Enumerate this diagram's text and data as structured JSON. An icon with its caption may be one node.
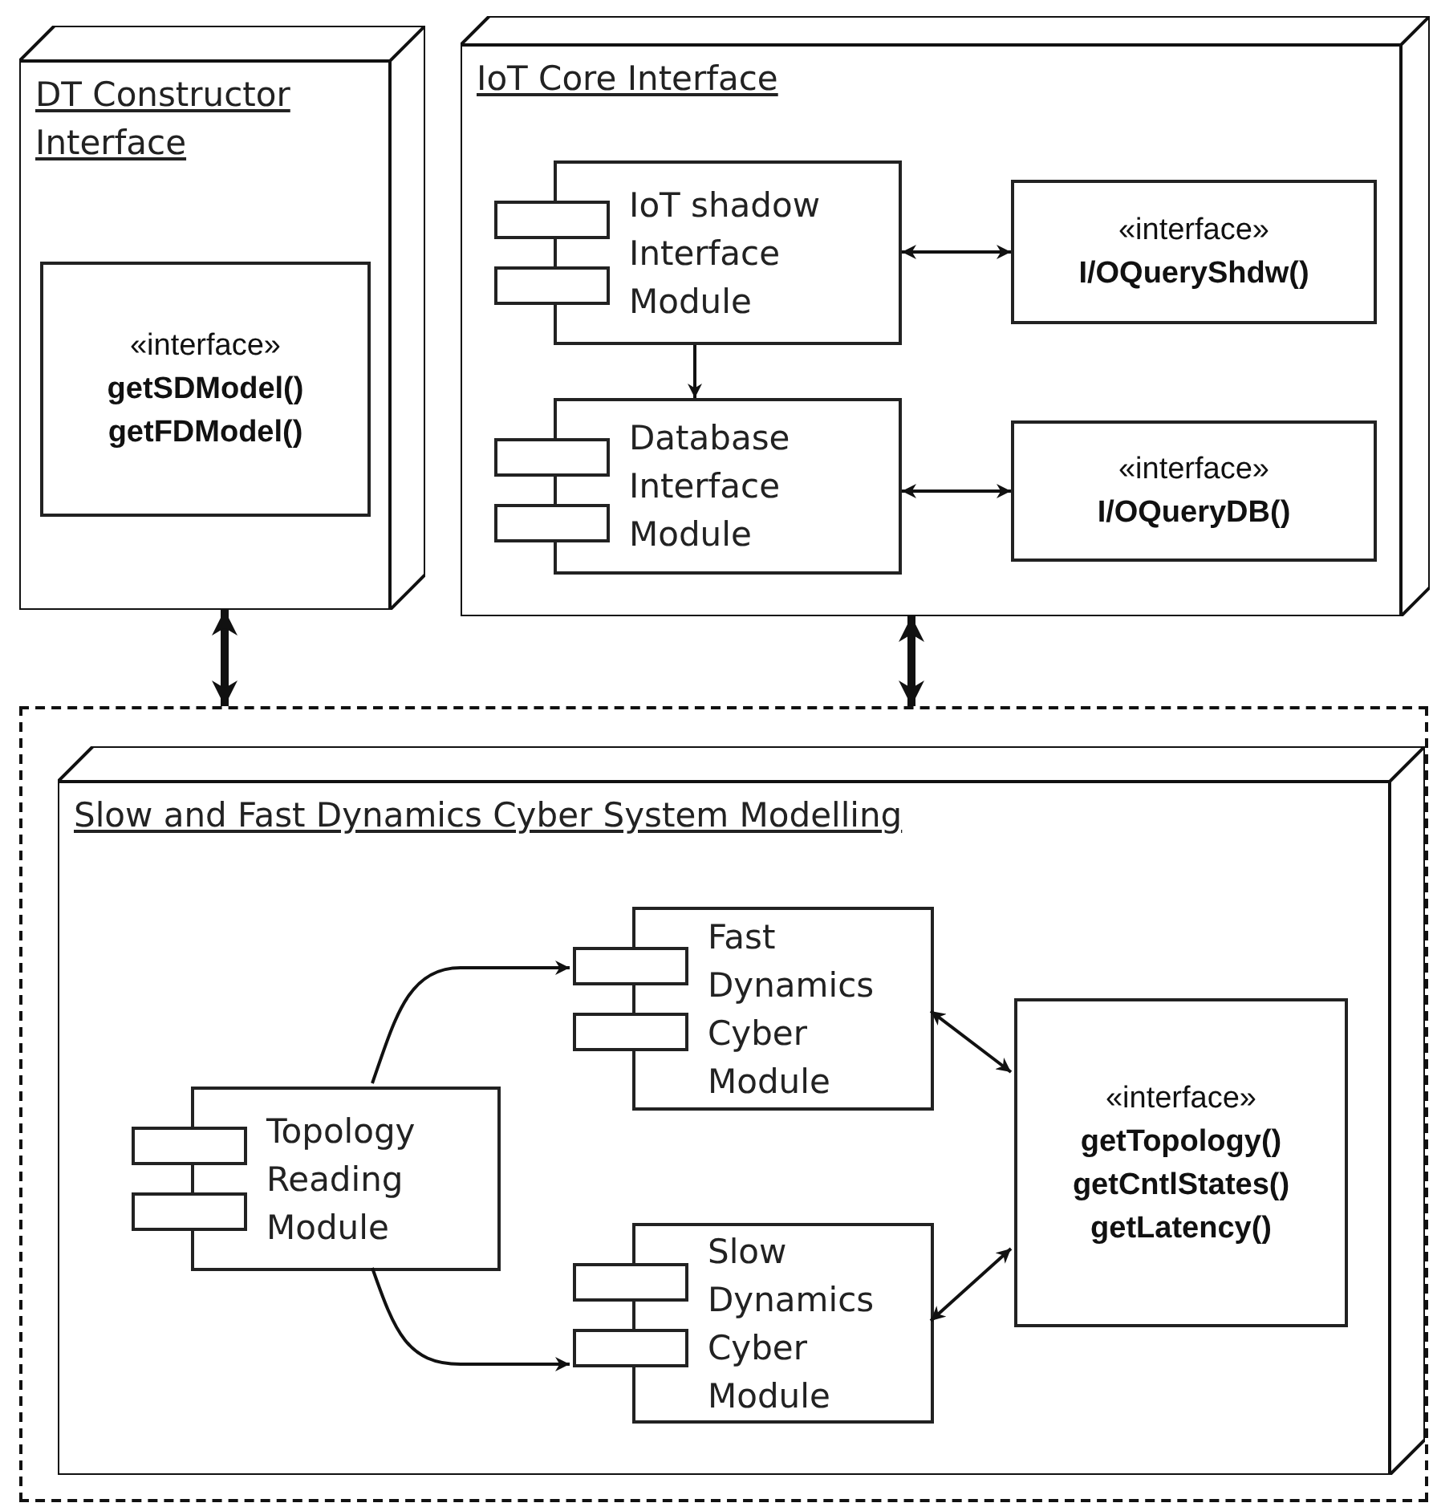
{
  "diagram": {
    "nodes": [
      {
        "text": [
          "DT Constructor Interface"
        ]
      },
      {
        "text": [
          "«interface»",
          "getSDModel()",
          "getFDModel()"
        ],
        "in": 0
      },
      {
        "text": [
          "IoT Core Interface"
        ]
      },
      {
        "text": [
          "IoT shadow Interface Module"
        ],
        "in": 2
      },
      {
        "text": [
          "«interface»",
          "I/OQueryShdw()"
        ],
        "in": 2
      },
      {
        "text": [
          "Database Interface Module"
        ],
        "in": 2
      },
      {
        "text": [
          "«interface»",
          "I/OQueryDB()"
        ],
        "in": 2
      },
      {
        "text": [],
        "shape": "box"
      },
      {
        "text": [
          "Slow and Fast Dynamics Cyber System Modelling"
        ],
        "in": 7
      },
      {
        "text": [
          "Topology Reading Module"
        ],
        "in": 8
      },
      {
        "text": [
          "Fast Dynamics Cyber Module"
        ],
        "in": 8
      },
      {
        "text": [
          "Slow Dynamics Cyber Module"
        ],
        "in": 8
      },
      {
        "text": [
          "«interface»",
          "getTopology()",
          "getCntlStates()",
          "getLatency()"
        ],
        "in": 8
      }
    ],
    "edges": [
      {
        "from": 3,
        "to": 4,
        "arrow": "both"
      },
      {
        "from": 5,
        "to": 6,
        "arrow": "both"
      },
      {
        "from": 3,
        "to": 5,
        "arrow": "to"
      },
      {
        "from": 0,
        "to": 7,
        "arrow": "both",
        "style": "thick"
      },
      {
        "from": 2,
        "to": 7,
        "arrow": "both",
        "style": "thick"
      },
      {
        "from": 9,
        "to": 10,
        "arrow": "to"
      },
      {
        "from": 9,
        "to": 11,
        "arrow": "to"
      },
      {
        "from": 10,
        "to": 12,
        "arrow": "both"
      },
      {
        "from": 11,
        "to": 12,
        "arrow": "both"
      }
    ]
  }
}
